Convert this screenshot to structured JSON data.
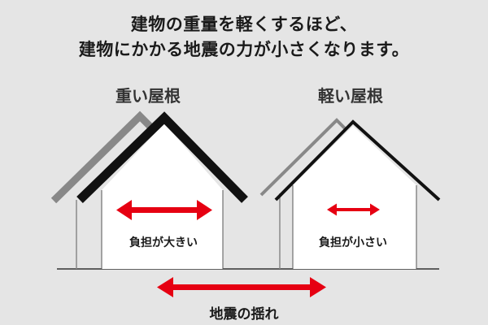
{
  "headline": {
    "line1": "建物の重量を軽くするほど、",
    "line2": "建物にかかる地震の力が小さくなります。"
  },
  "heavy_house": {
    "title": "重い屋根",
    "load_text": "負担が大きい"
  },
  "light_house": {
    "title": "軽い屋根",
    "load_text": "負担が小さい"
  },
  "ground": {
    "caption": "地震の揺れ"
  },
  "colors": {
    "background": "#e5e5e5",
    "heavy_roof": "#111111",
    "light_roof": "#111111",
    "shadow_roof": "#888888",
    "wall": "#ffffff",
    "arrow": "#e60012"
  }
}
